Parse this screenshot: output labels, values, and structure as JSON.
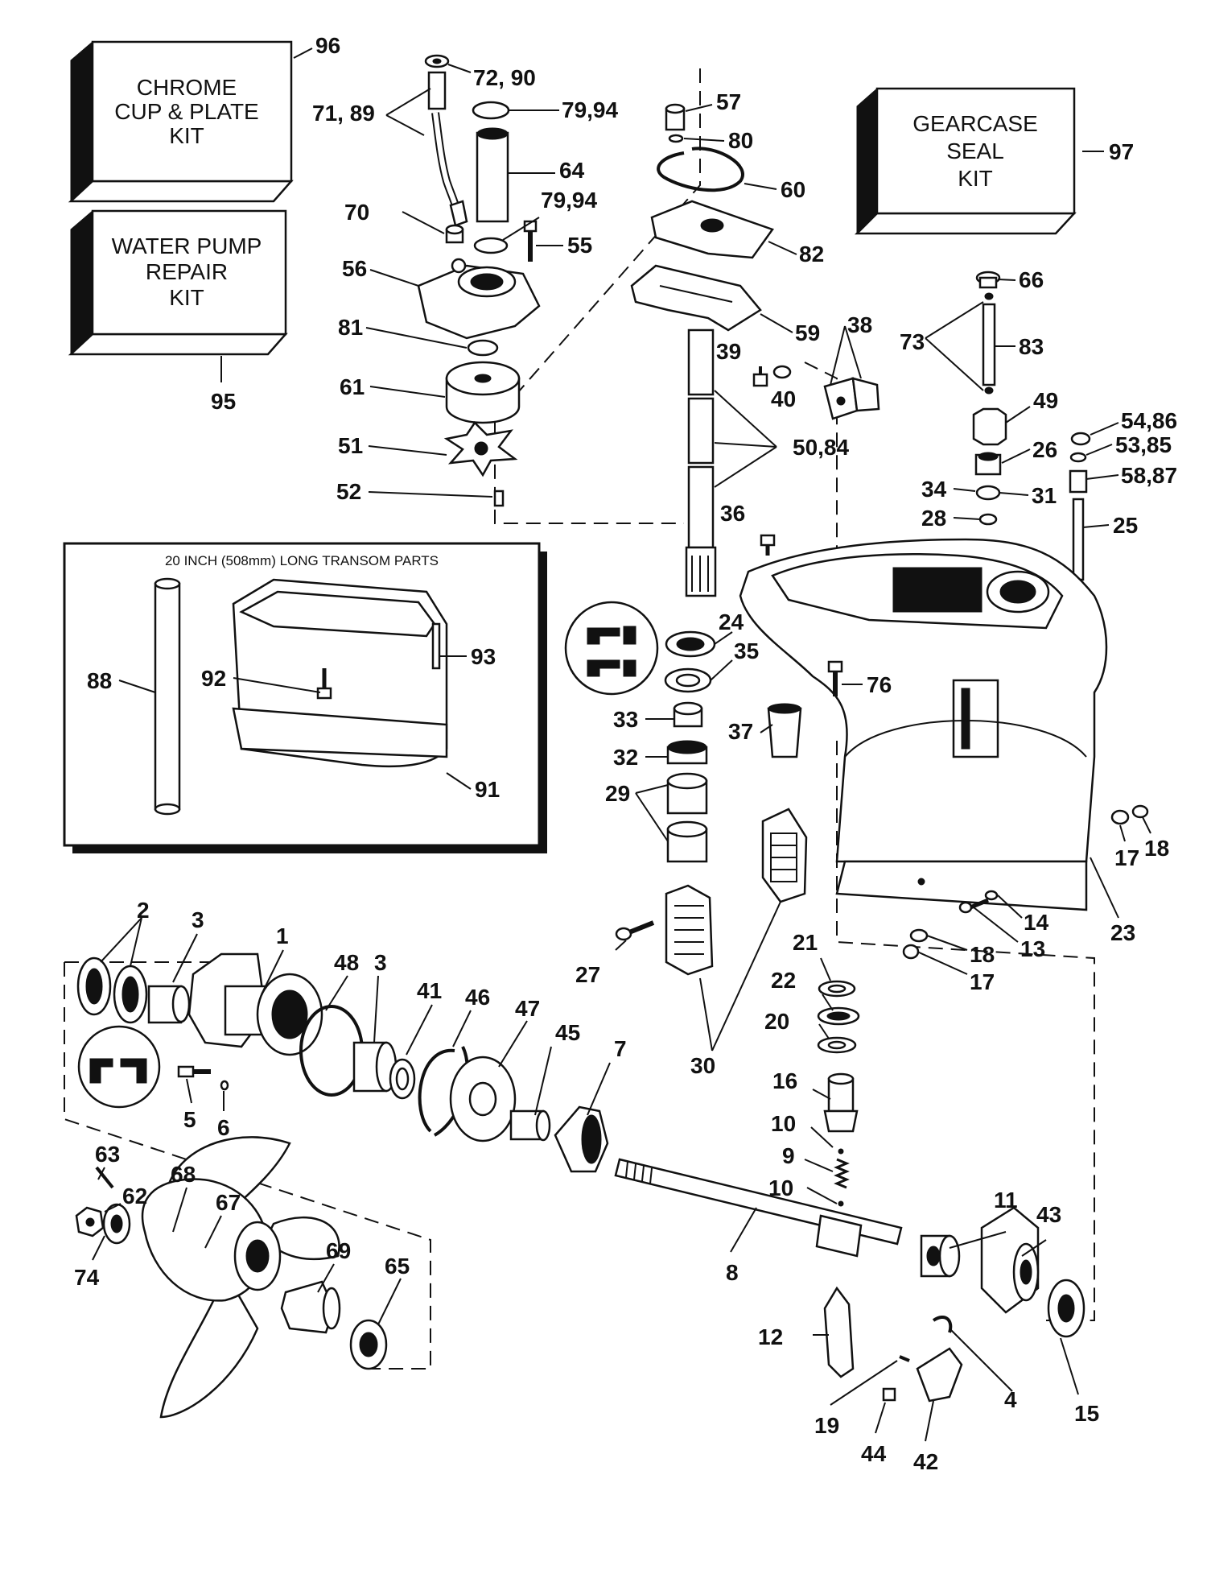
{
  "kits": {
    "chrome_cup_plate": {
      "lines": [
        "CHROME",
        "CUP & PLATE",
        "KIT"
      ],
      "ref": "96"
    },
    "water_pump_repair": {
      "lines": [
        "WATER PUMP",
        "REPAIR",
        "KIT"
      ],
      "ref": "95"
    },
    "gearcase_seal": {
      "lines": [
        "GEARCASE",
        "SEAL",
        "KIT"
      ],
      "ref": "97"
    }
  },
  "inset": {
    "title": "20 INCH (508mm) LONG TRANSOM PARTS"
  },
  "callouts": {
    "c72_90": "72, 90",
    "c71_89": "71, 89",
    "c79_94a": "79,94",
    "c64": "64",
    "c79_94b": "79,94",
    "c70": "70",
    "c55": "55",
    "c56": "56",
    "c81": "81",
    "c61": "61",
    "c51": "51",
    "c52": "52",
    "c57": "57",
    "c80": "80",
    "c60": "60",
    "c82": "82",
    "c59": "59",
    "c39": "39",
    "c40": "40",
    "c50_84": "50,84",
    "c36": "36",
    "c38": "38",
    "c66": "66",
    "c73": "73",
    "c83": "83",
    "c49": "49",
    "c54_86": "54,86",
    "c26": "26",
    "c53_85": "53,85",
    "c58_87": "58,87",
    "c34": "34",
    "c31": "31",
    "c28": "28",
    "c25": "25",
    "c24": "24",
    "c35": "35",
    "c76": "76",
    "c33": "33",
    "c37": "37",
    "c32": "32",
    "c29": "29",
    "c88": "88",
    "c92": "92",
    "c93": "93",
    "c91": "91",
    "c17a": "17",
    "c18a": "18",
    "c23": "23",
    "c14": "14",
    "c13": "13",
    "c18b": "18",
    "c17b": "17",
    "c27": "27",
    "c30": "30",
    "c21": "21",
    "c22": "22",
    "c20": "20",
    "c16": "16",
    "c10a": "10",
    "c9": "9",
    "c10b": "10",
    "c2": "2",
    "c3a": "3",
    "c1": "1",
    "c48": "48",
    "c3b": "3",
    "c41": "41",
    "c46": "46",
    "c47": "47",
    "c45": "45",
    "c7": "7",
    "c5": "5",
    "c6": "6",
    "c63": "63",
    "c62": "62",
    "c68": "68",
    "c67": "67",
    "c69": "69",
    "c65": "65",
    "c74": "74",
    "c8": "8",
    "c11": "11",
    "c43": "43",
    "c12": "12",
    "c4": "4",
    "c15": "15",
    "c19": "19",
    "c44": "44",
    "c42": "42"
  }
}
